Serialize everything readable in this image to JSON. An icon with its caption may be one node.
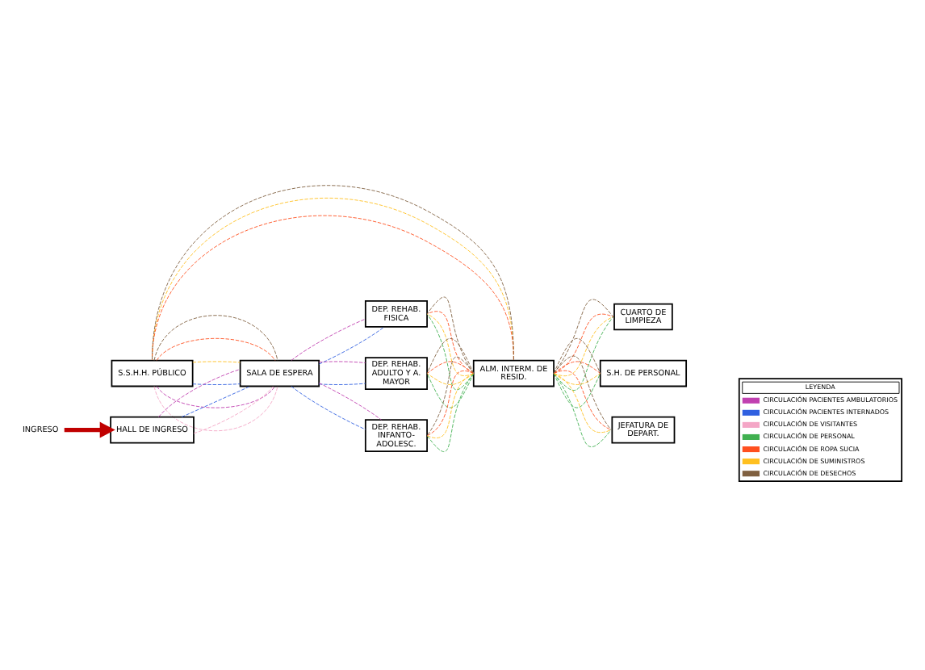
{
  "diagram": {
    "nodes": [
      {
        "text": [
          "ALM. INTERM. DE RESID."
        ]
      },
      {
        "text": [
          "DEP. REHAB. FISICA"
        ]
      },
      {
        "text": [
          "CUARTO DE LIMPIEZA"
        ]
      },
      {
        "text": [
          "S.S.H.H. PÚBLICO"
        ]
      },
      {
        "text": [
          "DEP. REHAB. ADULTO Y A. MAYOR"
        ]
      },
      {
        "text": [
          "S.H. DE PERSONAL"
        ]
      },
      {
        "text": [
          "SALA DE ESPERA"
        ]
      },
      {
        "text": [
          "DEP. REHAB. INFANTO- ADOLESC."
        ]
      },
      {
        "text": [
          "JEFATURA DE DEPART."
        ]
      },
      {
        "text": [
          "HALL DE INGRESO"
        ]
      },
      {
        "text": [
          "INGRESO"
        ]
      }
    ],
    "edges": [
      {
        "from": 3,
        "to": 6,
        "arrow": "none",
        "style": "dashed",
        "color": "#f4a6c6"
      },
      {
        "from": 3,
        "to": 6,
        "arrow": "none",
        "style": "dashed",
        "color": "#c040b0"
      },
      {
        "from": 3,
        "to": 6,
        "arrow": "none",
        "style": "dashed",
        "color": "#3060e0"
      },
      {
        "from": 3,
        "to": 6,
        "arrow": "none",
        "style": "dashed",
        "color": "#ffc020"
      },
      {
        "from": 3,
        "to": 6,
        "arrow": "none",
        "style": "dashed",
        "color": "#ff5020"
      },
      {
        "from": 3,
        "to": 6,
        "arrow": "none",
        "style": "dashed",
        "color": "#806040"
      },
      {
        "from": 9,
        "to": 6,
        "arrow": "none",
        "style": "dashed",
        "color": "#f4a6c6"
      },
      {
        "from": 9,
        "to": 6,
        "arrow": "none",
        "style": "dashed",
        "color": "#3060e0"
      },
      {
        "from": 9,
        "to": 6,
        "arrow": "none",
        "style": "dashed",
        "color": "#c040b0"
      },
      {
        "from": 6,
        "to": 1,
        "arrow": "none",
        "style": "dashed",
        "color": "#3060e0"
      },
      {
        "from": 6,
        "to": 1,
        "arrow": "none",
        "style": "dashed",
        "color": "#c040b0"
      },
      {
        "from": 6,
        "to": 4,
        "arrow": "none",
        "style": "dashed",
        "color": "#3060e0"
      },
      {
        "from": 6,
        "to": 4,
        "arrow": "none",
        "style": "dashed",
        "color": "#c040b0"
      },
      {
        "from": 6,
        "to": 7,
        "arrow": "none",
        "style": "dashed",
        "color": "#3060e0"
      },
      {
        "from": 6,
        "to": 7,
        "arrow": "none",
        "style": "dashed",
        "color": "#c040b0"
      },
      {
        "from": 0,
        "to": 3,
        "arrow": "none",
        "style": "dashed",
        "color": "#ffc020"
      },
      {
        "from": 0,
        "to": 3,
        "arrow": "none",
        "style": "dashed",
        "color": "#ff5020"
      },
      {
        "from": 0,
        "to": 3,
        "arrow": "none",
        "style": "dashed",
        "color": "#806040"
      },
      {
        "from": 0,
        "to": 1,
        "arrow": "none",
        "style": "dashed",
        "color": "#40b050"
      },
      {
        "from": 0,
        "to": 1,
        "arrow": "none",
        "style": "dashed",
        "color": "#ffc020"
      },
      {
        "from": 0,
        "to": 1,
        "arrow": "none",
        "style": "dashed",
        "color": "#ff5020"
      },
      {
        "from": 0,
        "to": 1,
        "arrow": "none",
        "style": "dashed",
        "color": "#806040"
      },
      {
        "from": 0,
        "to": 2,
        "arrow": "none",
        "style": "dashed",
        "color": "#40b050"
      },
      {
        "from": 0,
        "to": 2,
        "arrow": "none",
        "style": "dashed",
        "color": "#ffc020"
      },
      {
        "from": 0,
        "to": 2,
        "arrow": "none",
        "style": "dashed",
        "color": "#ff5020"
      },
      {
        "from": 0,
        "to": 2,
        "arrow": "none",
        "style": "dashed",
        "color": "#806040"
      },
      {
        "from": 0,
        "to": 4,
        "arrow": "none",
        "style": "dashed",
        "color": "#40b050"
      },
      {
        "from": 0,
        "to": 4,
        "arrow": "none",
        "style": "dashed",
        "color": "#ffc020"
      },
      {
        "from": 0,
        "to": 4,
        "arrow": "none",
        "style": "dashed",
        "color": "#ff5020"
      },
      {
        "from": 0,
        "to": 4,
        "arrow": "none",
        "style": "dashed",
        "color": "#806040"
      },
      {
        "from": 0,
        "to": 5,
        "arrow": "none",
        "style": "dashed",
        "color": "#40b050"
      },
      {
        "from": 0,
        "to": 5,
        "arrow": "none",
        "style": "dashed",
        "color": "#ffc020"
      },
      {
        "from": 0,
        "to": 5,
        "arrow": "none",
        "style": "dashed",
        "color": "#ff5020"
      },
      {
        "from": 0,
        "to": 5,
        "arrow": "none",
        "style": "dashed",
        "color": "#806040"
      },
      {
        "from": 0,
        "to": 7,
        "arrow": "none",
        "style": "dashed",
        "color": "#40b050"
      },
      {
        "from": 0,
        "to": 7,
        "arrow": "none",
        "style": "dashed",
        "color": "#ffc020"
      },
      {
        "from": 0,
        "to": 7,
        "arrow": "none",
        "style": "dashed",
        "color": "#ff5020"
      },
      {
        "from": 0,
        "to": 7,
        "arrow": "none",
        "style": "dashed",
        "color": "#806040"
      },
      {
        "from": 0,
        "to": 8,
        "arrow": "none",
        "style": "dashed",
        "color": "#40b050"
      },
      {
        "from": 0,
        "to": 8,
        "arrow": "none",
        "style": "dashed",
        "color": "#ffc020"
      },
      {
        "from": 0,
        "to": 8,
        "arrow": "none",
        "style": "dashed",
        "color": "#ff5020"
      },
      {
        "from": 0,
        "to": 8,
        "arrow": "none",
        "style": "dashed",
        "color": "#806040"
      },
      {
        "from": 10,
        "to": 9,
        "arrow": "to",
        "style": "thick",
        "color": "#c00000"
      }
    ],
    "labels": [
      "LEYENDA"
    ],
    "legend": [
      {
        "text": "CIRCULACIÓN PACIENTES AMBULATORIOS",
        "color": "#c040b0"
      },
      {
        "text": "CIRCULACIÓN PACIENTES INTERNADOS",
        "color": "#3060e0"
      },
      {
        "text": "CIRCULACIÓN DE VISITANTES",
        "color": "#f4a6c6"
      },
      {
        "text": "CIRCULACIÓN DE PERSONAL",
        "color": "#40b050"
      },
      {
        "text": "CIRCULACIÓN DE ROPA SUCIA",
        "color": "#ff5020"
      },
      {
        "text": "CIRCULACIÓN DE SUMINISTROS",
        "color": "#ffc020"
      },
      {
        "text": "CIRCULACIÓN DE DESECHOS",
        "color": "#806040"
      }
    ]
  }
}
